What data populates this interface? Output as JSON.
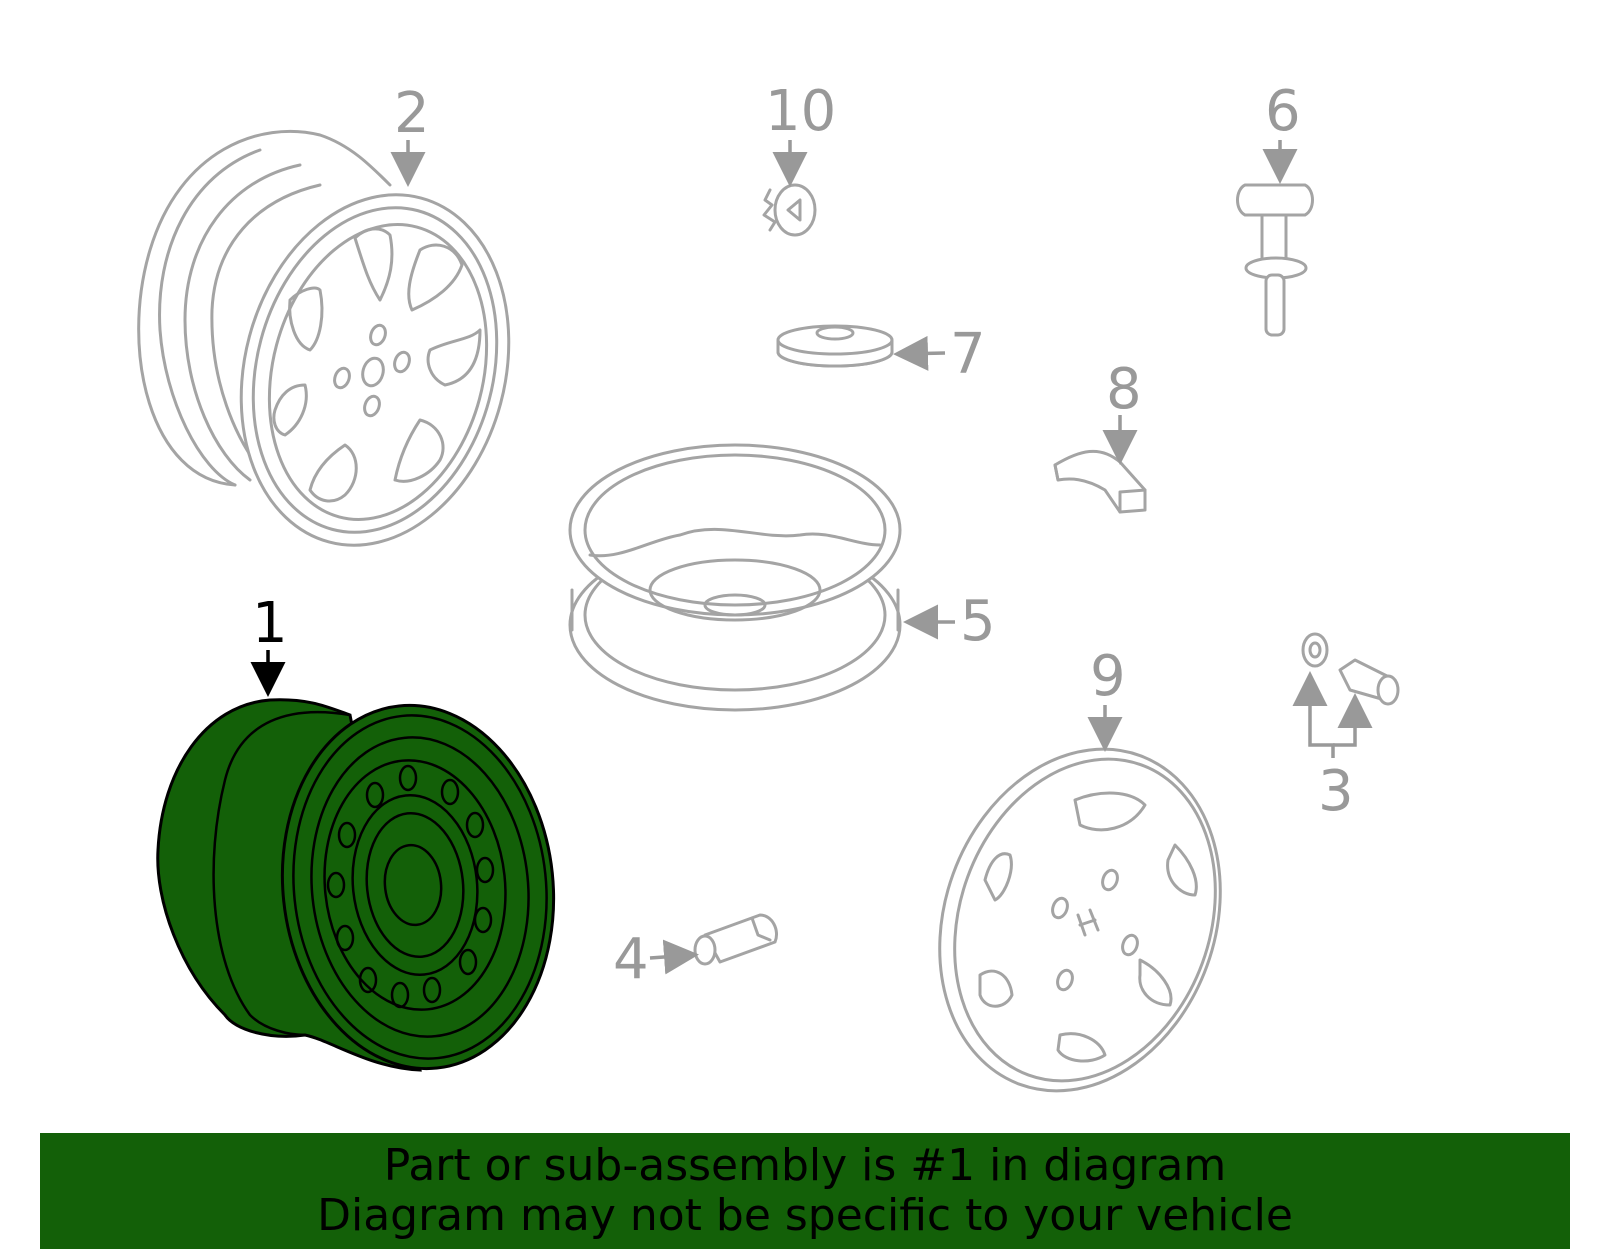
{
  "callouts": [
    {
      "number": "1",
      "highlighted": true
    },
    {
      "number": "2"
    },
    {
      "number": "3"
    },
    {
      "number": "4"
    },
    {
      "number": "5"
    },
    {
      "number": "6"
    },
    {
      "number": "7"
    },
    {
      "number": "8"
    },
    {
      "number": "9"
    },
    {
      "number": "10"
    }
  ],
  "highlight_color": "#136008",
  "footer": {
    "line1": "Part or sub-assembly is #1 in diagram",
    "line2": "Diagram may not be specific to your vehicle"
  }
}
